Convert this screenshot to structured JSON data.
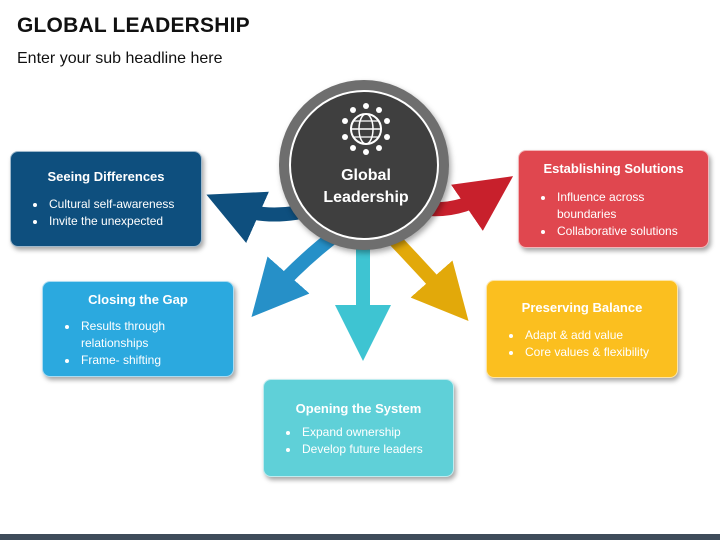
{
  "title": "GLOBAL LEADERSHIP",
  "subtitle": "Enter your sub headline here",
  "hub": {
    "line1": "Global",
    "line2": "Leadership",
    "emblem_icon": "people-globe-icon"
  },
  "cards": {
    "seeing": {
      "title": "Seeing Differences",
      "items": [
        "Cultural self-awareness",
        "Invite the unexpected"
      ],
      "color": "#0e4f7e"
    },
    "closing": {
      "title": "Closing the Gap",
      "items": [
        "Results through relationships",
        "Frame- shifting"
      ],
      "color": "#2ba9df"
    },
    "opening": {
      "title": "Opening the System",
      "items": [
        "Expand ownership",
        "Develop future leaders"
      ],
      "color": "#5fd0d8"
    },
    "estab": {
      "title": "Establishing Solutions",
      "items": [
        "Influence across boundaries",
        "Collaborative solutions"
      ],
      "color": "#e0474f"
    },
    "preserve": {
      "title": "Preserving Balance",
      "items": [
        "Adapt & add value",
        "Core values & flexibility"
      ],
      "color": "#fbbf1f"
    }
  },
  "arrow_colors": {
    "seeing": "#0e4f7e",
    "closing": "#2690c8",
    "opening": "#3ec4d2",
    "estab": "#c8202c",
    "preserve": "#e2a90a"
  }
}
